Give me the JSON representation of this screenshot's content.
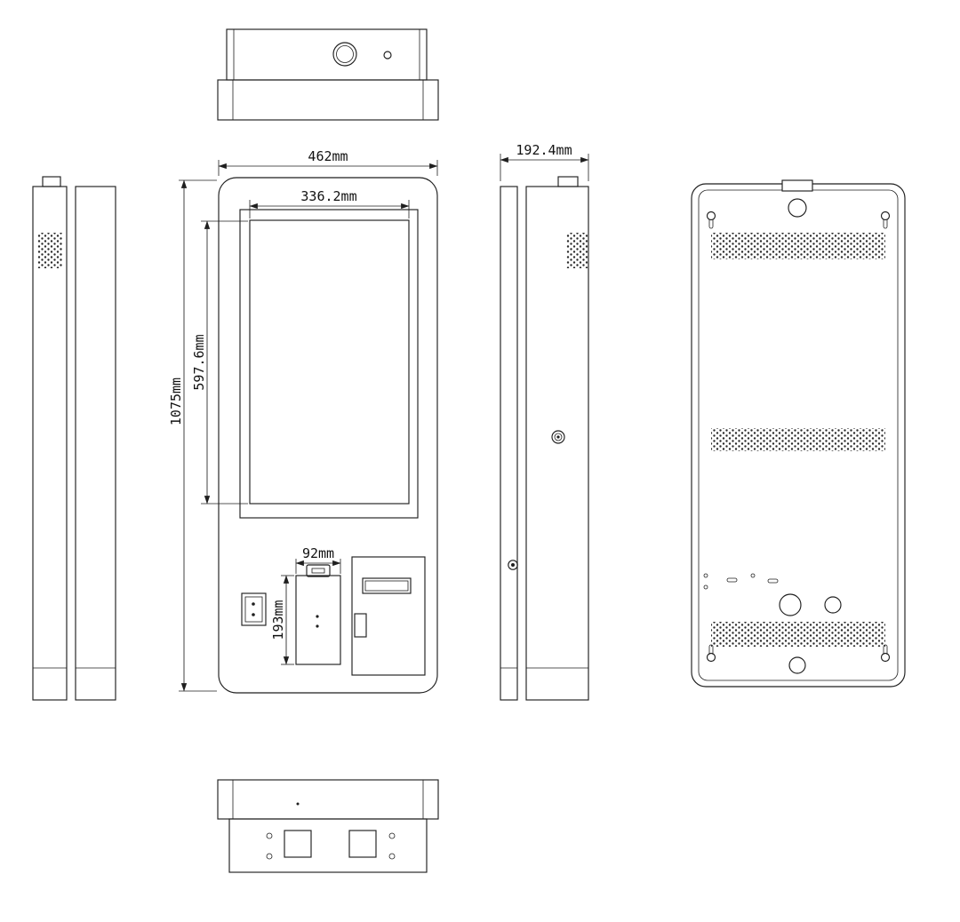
{
  "drawing": {
    "dimensions": {
      "overall_width": "462mm",
      "screen_width": "336.2mm",
      "screen_height": "597.6mm",
      "overall_height": "1075mm",
      "printer_width": "92mm",
      "printer_height": "193mm",
      "depth": "192.4mm"
    },
    "colors": {
      "line": "#1f1f1f",
      "background": "#ffffff"
    }
  }
}
